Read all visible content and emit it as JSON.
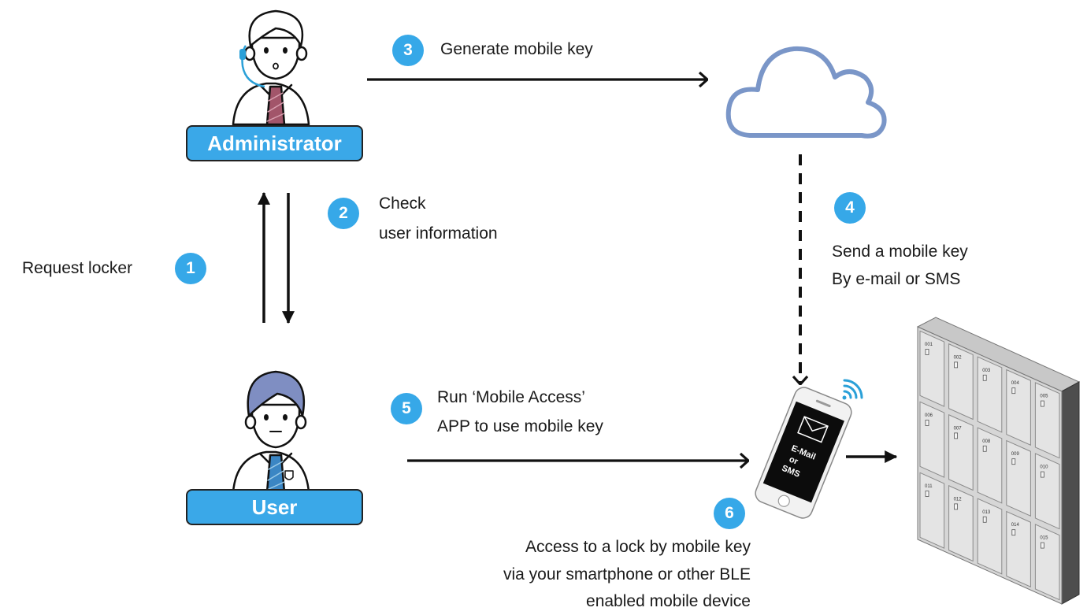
{
  "roles": {
    "administrator": "Administrator",
    "user": "User"
  },
  "steps": [
    {
      "num": "1",
      "text": [
        "Request locker"
      ]
    },
    {
      "num": "2",
      "text": [
        "Check",
        "user information"
      ]
    },
    {
      "num": "3",
      "text": [
        "Generate mobile key"
      ]
    },
    {
      "num": "4",
      "text": [
        "Send a mobile key",
        "By e-mail or SMS"
      ]
    },
    {
      "num": "5",
      "text": [
        "Run ‘Mobile Access’",
        "APP to use mobile key"
      ]
    },
    {
      "num": "6",
      "text": [
        "Access to a lock by mobile key",
        "via your smartphone or other BLE",
        "enabled mobile device"
      ]
    }
  ],
  "phone": {
    "screen_text": [
      "E-Mail",
      "or",
      "SMS"
    ]
  },
  "locker": {
    "numbers": [
      "001",
      "002",
      "003",
      "004",
      "005",
      "006",
      "007",
      "008",
      "009",
      "010",
      "011",
      "012",
      "013",
      "014",
      "015"
    ]
  },
  "colors": {
    "badge": "#36a8e8",
    "role_box": "#3aa8e8",
    "cloud": "#7a96c8",
    "wifi": "#2aa0d8",
    "user_hair": "#7f8ec2",
    "user_tie": "#3b86c4",
    "admin_tie": "#a2556a"
  },
  "icons": [
    "administrator-figure-icon",
    "headset-icon",
    "cloud-icon",
    "user-figure-icon",
    "smartphone-icon",
    "wifi-signal-icon",
    "envelope-icon",
    "locker-cabinet-icon"
  ]
}
